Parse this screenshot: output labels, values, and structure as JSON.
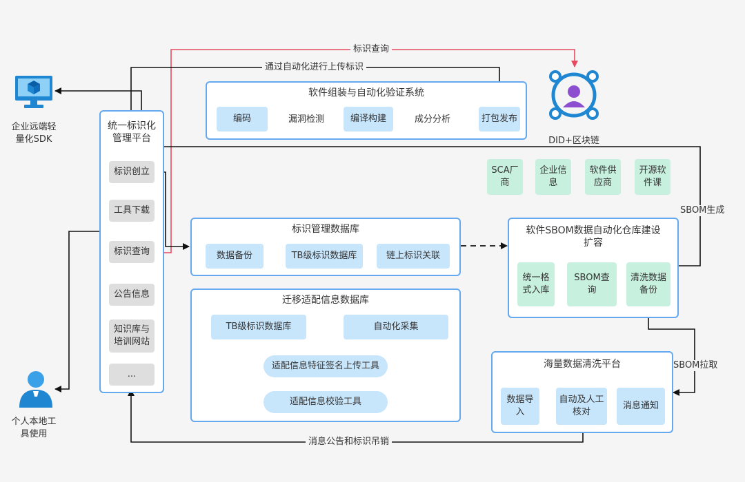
{
  "icons": {
    "pc": {
      "label": "企业远端轻\n量化SDK"
    },
    "did": {
      "label": "DID+区块链"
    },
    "person": {
      "label": "个人本地工\n具使用"
    }
  },
  "platform": {
    "title": "统一标识化\n管理平台",
    "items": [
      "标识创立",
      "工具下载",
      "标识查询",
      "公告信息",
      "知识库与\n培训网站",
      "..."
    ]
  },
  "assembly": {
    "title": "软件组装与自动化验证系统",
    "boxes": [
      "编码",
      "编译构建",
      "打包发布"
    ],
    "edge_labels": [
      "漏洞检测",
      "成分分析"
    ]
  },
  "sources": [
    "SCA厂\n商",
    "企业信\n息",
    "软件供\n应商",
    "开源软\n件课"
  ],
  "id_db": {
    "title": "标识管理数据库",
    "boxes": [
      "数据备份",
      "TB级标识数据库",
      "链上标识关联"
    ]
  },
  "sbom_repo": {
    "title": "软件SBOM数据自动化仓库建设\n扩容",
    "boxes": [
      "统一格\n式入库",
      "SBOM查\n询",
      "清洗数据\n备份"
    ]
  },
  "migration_db": {
    "title": "迁移适配信息数据库",
    "boxes": [
      "TB级标识数据库",
      "自动化采集"
    ],
    "pills": [
      "适配信息特征签名上传工具",
      "适配信息校验工具"
    ]
  },
  "cleaning": {
    "title": "海量数据清洗平台",
    "boxes": [
      "数据导\n入",
      "自动及人工\n核对",
      "消息通知"
    ]
  },
  "flows": {
    "query": "标识查询",
    "upload": "通过自动化进行上传标识",
    "sbom_gen": "SBOM生成",
    "sbom_pull": "SBOM拉取",
    "notice": "消息公告和标识吊销"
  },
  "colors": {
    "border": "#64a8ef",
    "box_blue": "#c7e5fb",
    "box_gray": "#dedede",
    "box_green": "#c7f0de",
    "query_line": "#e8495e",
    "icon_blue": "#1f86d1"
  }
}
